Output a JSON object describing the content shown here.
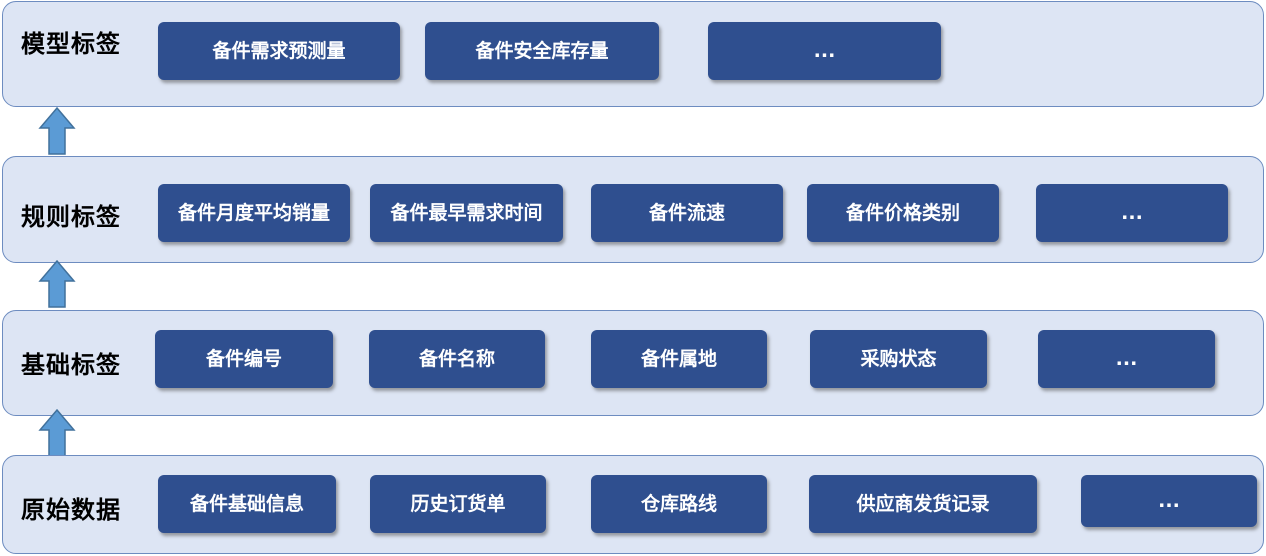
{
  "layers": [
    {
      "title": "模型标签",
      "tags": [
        "备件需求预测量",
        "备件安全库存量",
        "..."
      ]
    },
    {
      "title": "规则标签",
      "tags": [
        "备件月度平均销量",
        "备件最早需求时间",
        "备件流速",
        "备件价格类别",
        "..."
      ]
    },
    {
      "title": "基础标签",
      "tags": [
        "备件编号",
        "备件名称",
        "备件属地",
        "采购状态",
        "..."
      ]
    },
    {
      "title": "原始数据",
      "tags": [
        "备件基础信息",
        "历史订货单",
        "仓库路线",
        "供应商发货记录",
        "..."
      ]
    }
  ],
  "colors": {
    "layer_bg": "#dde5f4",
    "layer_border": "#6d8cc0",
    "tag_bg": "#2f4f8f",
    "arrow": "#5b9bd5"
  }
}
